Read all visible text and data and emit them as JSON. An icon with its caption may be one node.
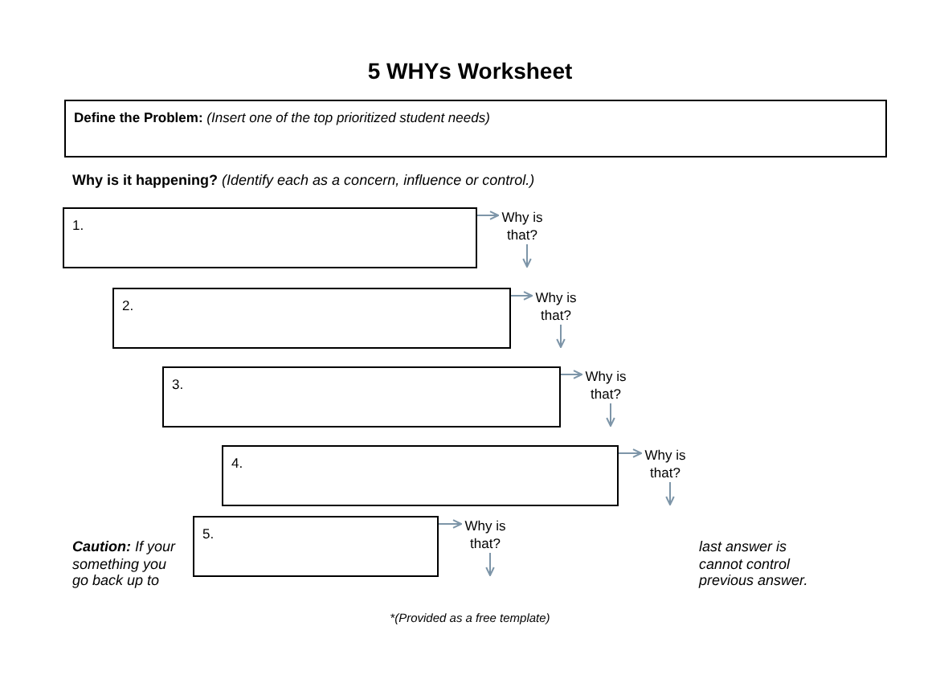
{
  "diagram": {
    "title": "5 WHYs Worksheet",
    "nodes": [
      {
        "text": [
          "**Define the Problem:** *(Insert one of the top prioritized student needs)*"
        ]
      },
      {
        "text": [
          "1."
        ]
      },
      {
        "text": [
          "Why is that?"
        ]
      },
      {
        "text": [
          "2."
        ]
      },
      {
        "text": [
          "Why is that?"
        ]
      },
      {
        "text": [
          "3."
        ]
      },
      {
        "text": [
          "Why is that?"
        ]
      },
      {
        "text": [
          "4."
        ]
      },
      {
        "text": [
          "Why is that?"
        ]
      },
      {
        "text": [
          "5."
        ]
      },
      {
        "text": [
          "Why is that?"
        ]
      }
    ],
    "edges": [
      {
        "from": 1,
        "to": 2,
        "arrow": "to"
      },
      {
        "from": 2,
        "to": null,
        "arrow": "to"
      },
      {
        "from": 3,
        "to": 4,
        "arrow": "to"
      },
      {
        "from": 4,
        "to": null,
        "arrow": "to"
      },
      {
        "from": 5,
        "to": 6,
        "arrow": "to"
      },
      {
        "from": 6,
        "to": null,
        "arrow": "to"
      },
      {
        "from": 7,
        "to": 8,
        "arrow": "to"
      },
      {
        "from": 8,
        "to": null,
        "arrow": "to"
      },
      {
        "from": 9,
        "to": 10,
        "arrow": "to"
      },
      {
        "from": 10,
        "to": null,
        "arrow": "to"
      }
    ],
    "labels": [
      "**Why is it happening?** *(Identify each as a concern, influence or control.)*",
      "**Caution:** If your something you go back up to",
      "last answer is cannot control previous answer."
    ],
    "caption": "*(Provided as a free template)"
  }
}
